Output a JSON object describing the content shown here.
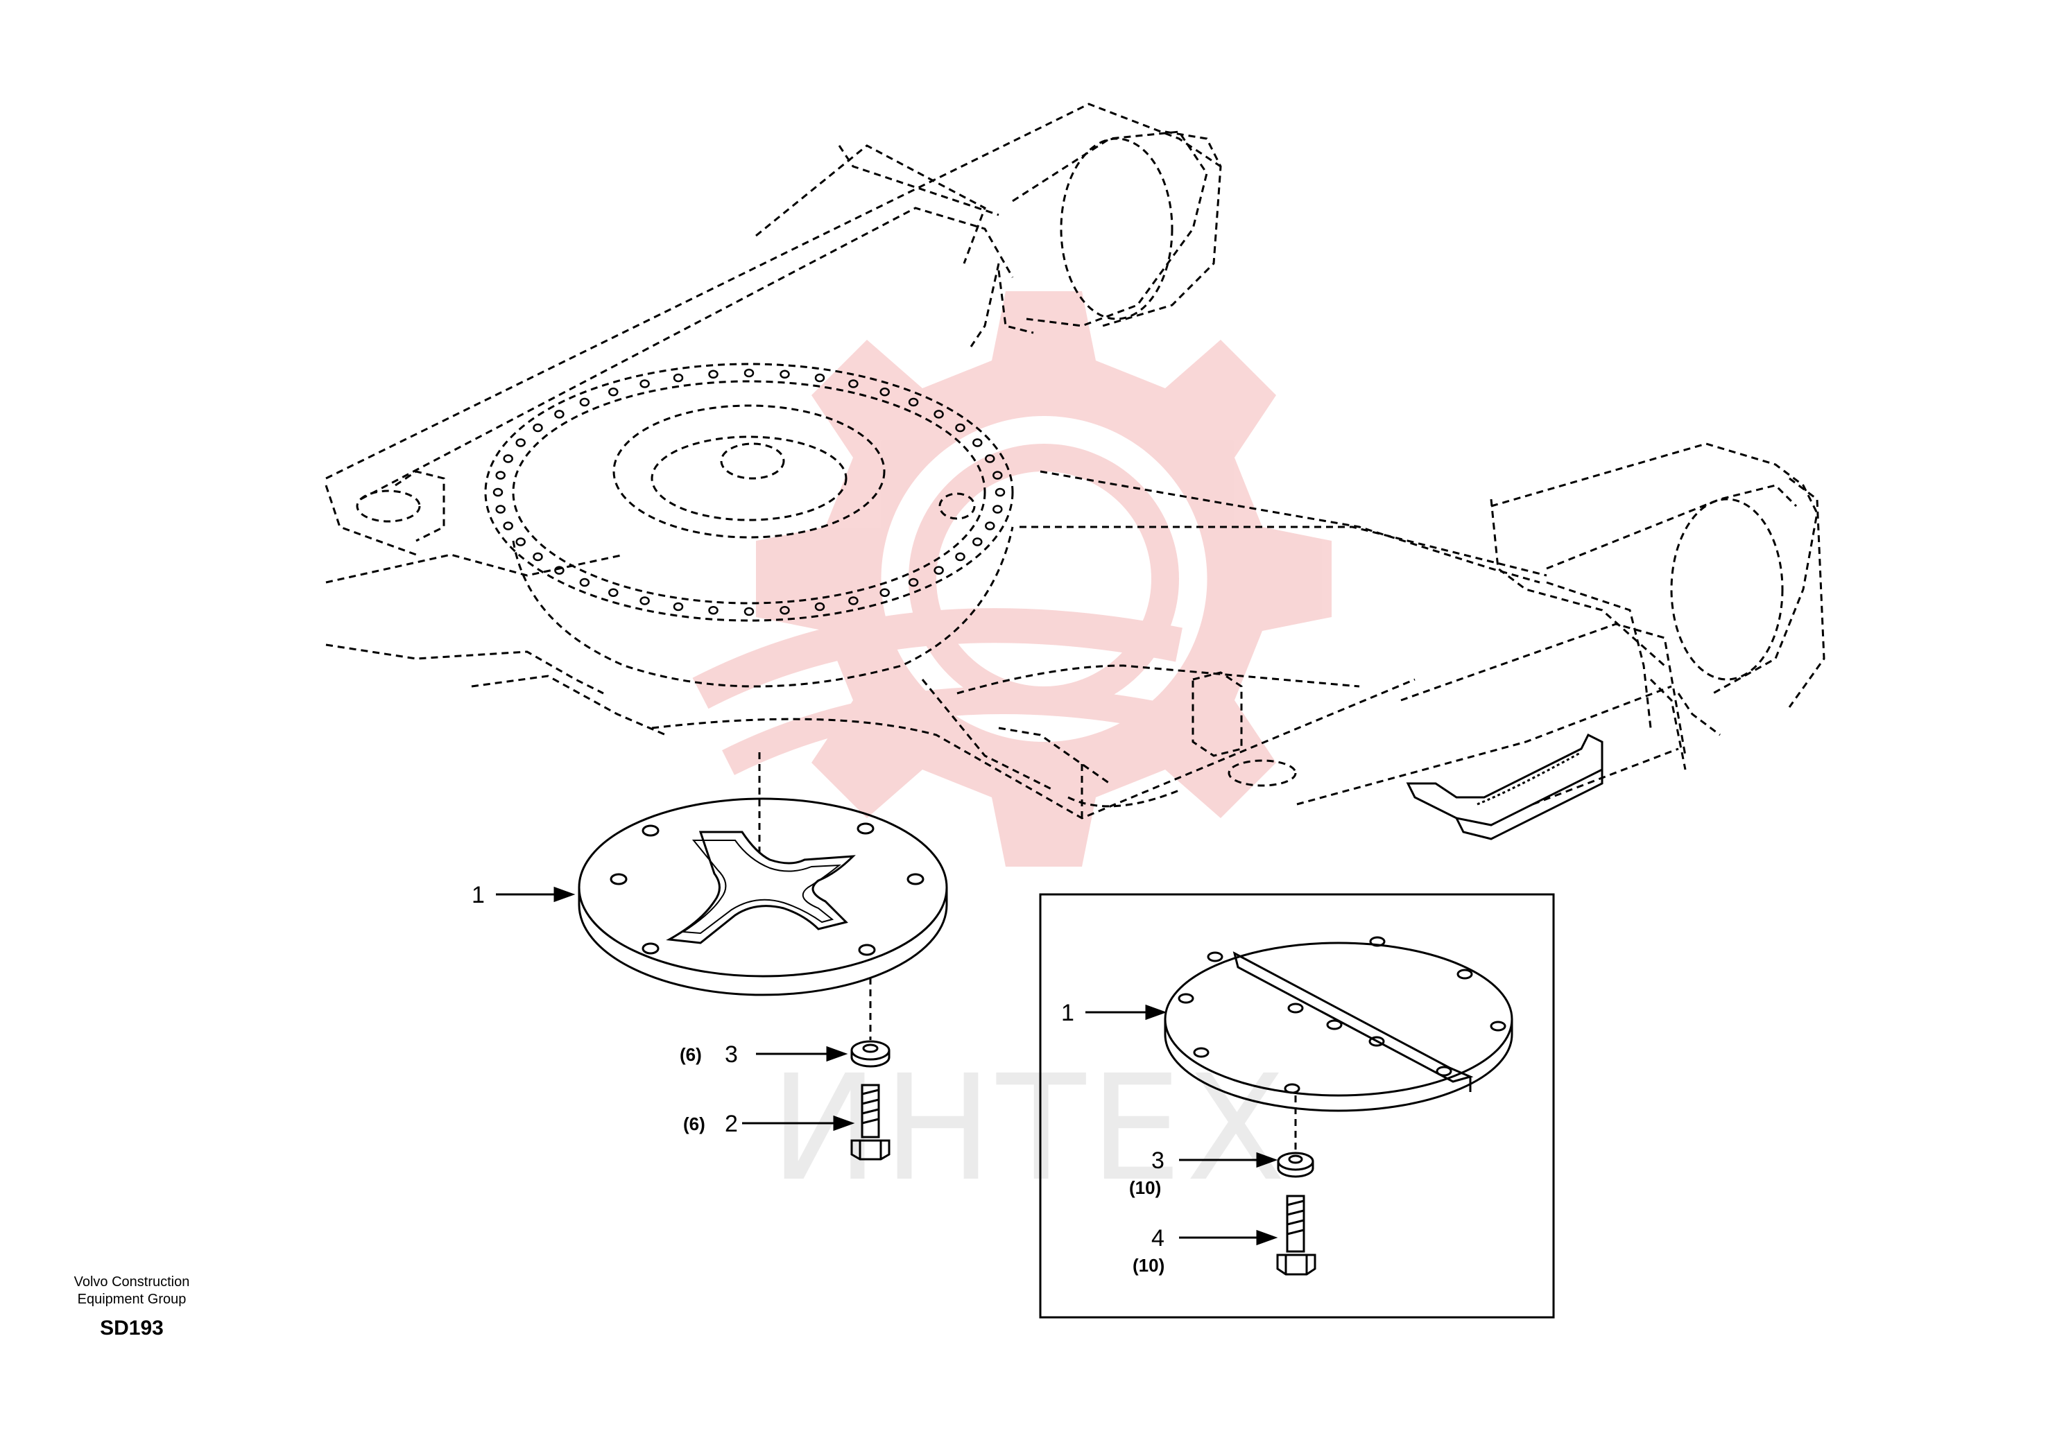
{
  "callouts": {
    "main_plate": "1",
    "main_washer_qty": "(6)",
    "main_washer": "3",
    "main_bolt_qty": "(6)",
    "main_bolt": "2",
    "inset_plate": "1",
    "inset_washer": "3",
    "inset_washer_qty": "(10)",
    "inset_bolt": "4",
    "inset_bolt_qty": "(10)"
  },
  "footer": {
    "line1": "Volvo Construction",
    "line2": "Equipment Group",
    "code": "SD193"
  },
  "watermark": {
    "text": "ИНТЕХ",
    "gear_color": "#f4b6b6"
  }
}
